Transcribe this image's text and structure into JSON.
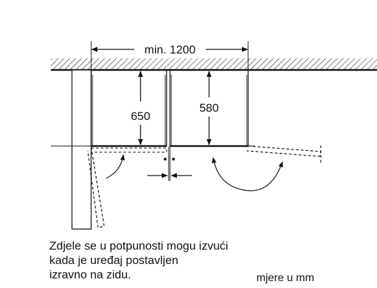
{
  "diagram": {
    "width_label": "min. 1200",
    "depth_left_label": "650",
    "depth_right_label": "580"
  },
  "caption": {
    "lines": [
      "Zdjele se u potpunosti mogu izvući",
      "kada je uređaj postavljen",
      "izravno na zidu."
    ]
  },
  "units_note": "mjere u mm",
  "colors": {
    "line": "#111111",
    "background": "#ffffff"
  }
}
